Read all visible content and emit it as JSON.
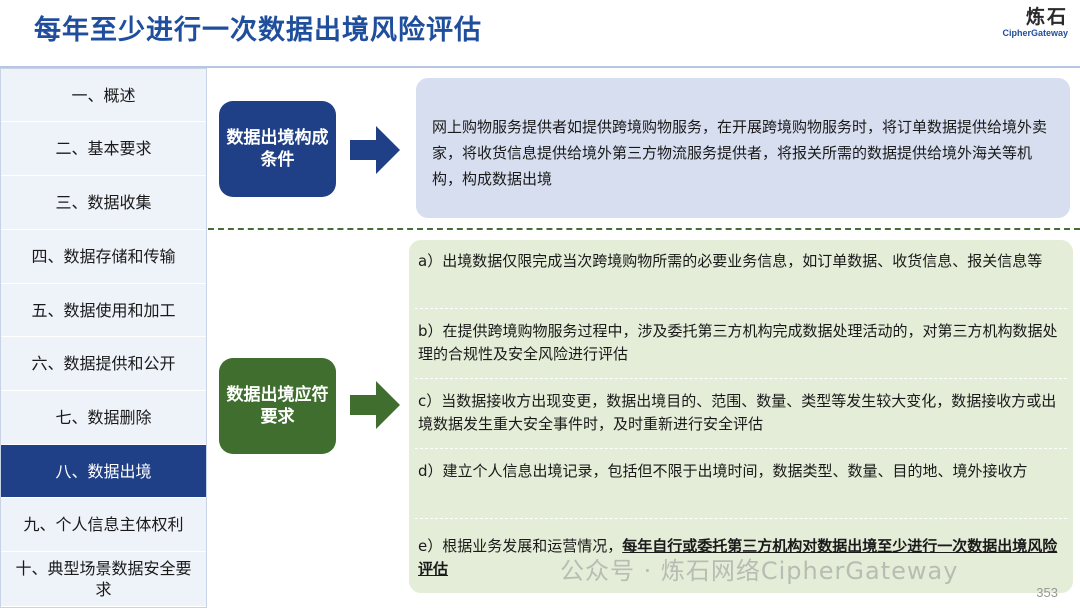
{
  "header": {
    "title": "每年至少进行一次数据出境风险评估",
    "logo_cn": "炼石",
    "logo_en": "CipherGateway"
  },
  "sidebar": {
    "items": [
      {
        "label": "一、概述"
      },
      {
        "label": "二、基本要求"
      },
      {
        "label": "三、数据收集"
      },
      {
        "label": "四、数据存储和传输"
      },
      {
        "label": "五、数据使用和加工"
      },
      {
        "label": "六、数据提供和公开"
      },
      {
        "label": "七、数据删除"
      },
      {
        "label": "八、数据出境",
        "active": true
      },
      {
        "label": "九、个人信息主体权利"
      },
      {
        "label": "十、典型场景数据安全要求"
      }
    ]
  },
  "condition": {
    "badge": "数据出境构成条件",
    "text": "网上购物服务提供者如提供跨境购物服务，在开展跨境购物服务时，将订单数据提供给境外卖家，将收货信息提供给境外第三方物流服务提供者，将报关所需的数据提供给境外海关等机构，构成数据出境"
  },
  "requirements": {
    "badge": "数据出境应符要求",
    "items": [
      {
        "text": "a）出境数据仅限完成当次跨境购物所需的必要业务信息，如订单数据、收货信息、报关信息等"
      },
      {
        "text": "b）在提供跨境购物服务过程中，涉及委托第三方机构完成数据处理活动的，对第三方机构数据处理的合规性及安全风险进行评估"
      },
      {
        "text": "c）当数据接收方出现变更，数据出境目的、范围、数量、类型等发生较大变化，数据接收方或出境数据发生重大安全事件时，及时重新进行安全评估"
      },
      {
        "text": "d）建立个人信息出境记录，包括但不限于出境时间，数据类型、数量、目的地、境外接收方"
      },
      {
        "prefix": "e）根据业务发展和运营情况，",
        "emphasis": "每年自行或委托第三方机构对数据出境至少进行一次数据出境风险评估"
      }
    ]
  },
  "watermark": "公众号 · 炼石网络CipherGateway",
  "page_number": "353",
  "colors": {
    "title": "#1f4e9c",
    "nav_active": "#1f3f86",
    "blue_badge": "#1f3f86",
    "green_badge": "#3f6e2e",
    "blue_box": "#d6def0",
    "green_box": "#e3edd7"
  }
}
